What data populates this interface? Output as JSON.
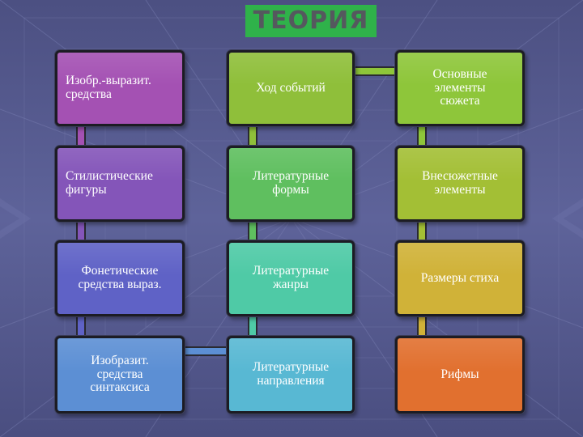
{
  "title": "ТЕОРИЯ",
  "colors": {
    "title_bg": "#2fb24a",
    "title_text": "#55585e",
    "background": "#5a5f93"
  },
  "cards": [
    {
      "label": "Изобр.-выразит.\nсредства",
      "color": "#a451b3"
    },
    {
      "label": "Ход событий",
      "color": "#8fbf3a"
    },
    {
      "label": "Основные\nэлементы\nсюжета",
      "color": "#8ec63a"
    },
    {
      "label": "Стилистические\nфигуры",
      "color": "#8455b9"
    },
    {
      "label": "Литературные\nформы",
      "color": "#5fbf5f"
    },
    {
      "label": "Внесюжетные\nэлементы",
      "color": "#a3bf35"
    },
    {
      "label": "Фонетические\nсредства выраз.",
      "color": "#5f62c6"
    },
    {
      "label": "Литературные\nжанры",
      "color": "#4fcaa6"
    },
    {
      "label": "Размеры стиха",
      "color": "#d0b238"
    },
    {
      "label": "Изобразит.\nсредства\nсинтаксиса",
      "color": "#5c8fd4"
    },
    {
      "label": "Литературные\nнаправления",
      "color": "#58b8d3"
    },
    {
      "label": "Рифмы",
      "color": "#e1702f"
    }
  ]
}
